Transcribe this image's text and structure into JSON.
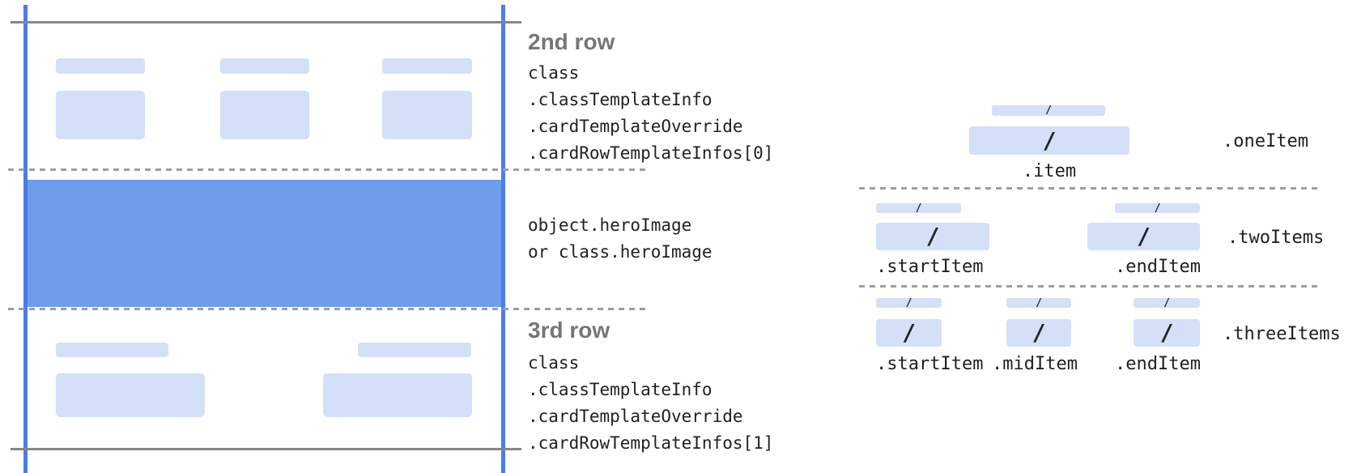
{
  "colors": {
    "accent_blue": "#4a7de9",
    "hero_blue": "#6f9ceb",
    "placeholder_fill": "#d3e0f8",
    "solid_line_gray": "#868686",
    "dashed_line_gray": "#9e9e9e",
    "heading_gray": "#767676",
    "code_text": "#212121"
  },
  "left_panel": {
    "second_row": {
      "heading": "2nd row",
      "code_lines": [
        "class",
        ".classTemplateInfo",
        ".cardTemplateOverride",
        ".cardRowTemplateInfos[0]"
      ]
    },
    "hero": {
      "code_lines": [
        "object.heroImage",
        "or class.heroImage"
      ]
    },
    "third_row": {
      "heading": "3rd row",
      "code_lines": [
        "class",
        ".classTemplateInfo",
        ".cardTemplateOverride",
        ".cardRowTemplateInfos[1]"
      ]
    }
  },
  "right_panel": {
    "slash": "/",
    "groups": [
      {
        "name": ".oneItem",
        "item_labels": [
          ".item"
        ]
      },
      {
        "name": ".twoItems",
        "item_labels": [
          ".startItem",
          ".endItem"
        ]
      },
      {
        "name": ".threeItems",
        "item_labels": [
          ".startItem",
          ".midItem",
          ".endItem"
        ]
      }
    ]
  }
}
